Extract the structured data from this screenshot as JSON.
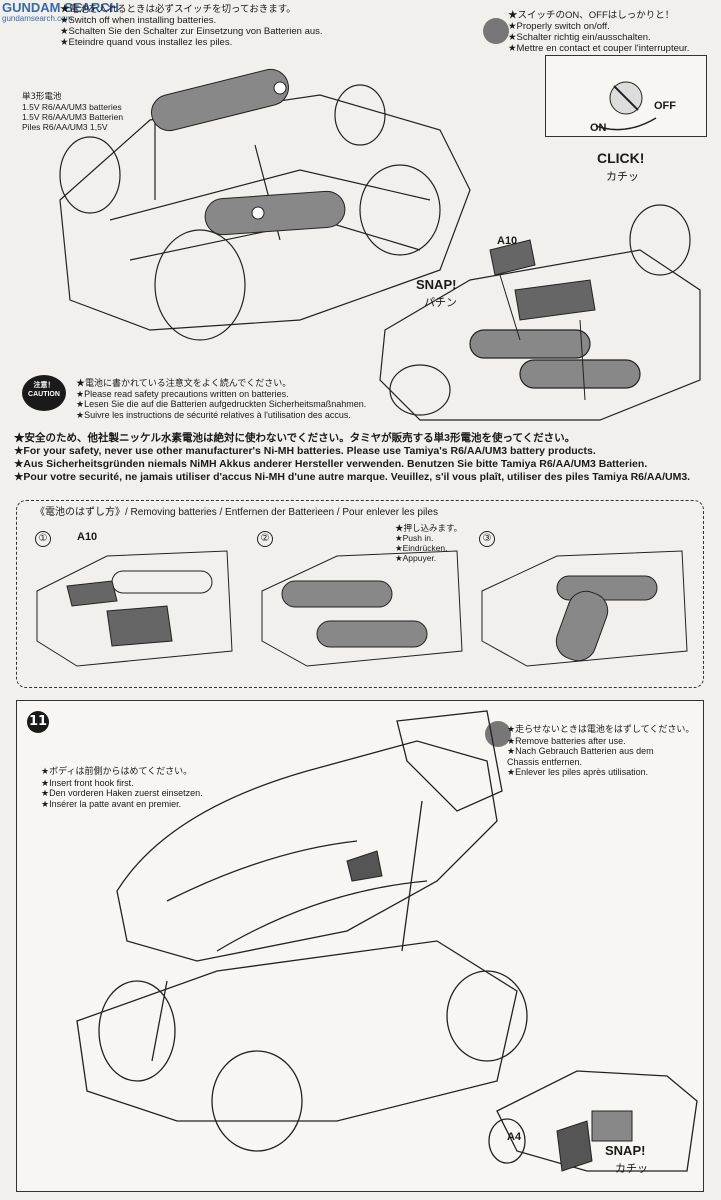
{
  "watermark": {
    "line1": "GUNDAM SEARCH",
    "line2": "gundamsearch.com"
  },
  "top_left_notes": [
    "★電池を入れるときは必ずスイッチを切っておきます。",
    "★Switch off when installing batteries.",
    "★Schalten Sie den Schalter zur Einsetzung von Batterien aus.",
    "★Eteindre quand vous installez les piles."
  ],
  "top_right_notes": [
    "★スイッチのON、OFFはしっかりと！",
    "★Properly switch on/off.",
    "★Schalter richtig ein/ausschalten.",
    "★Mettre en contact et couper l'interrupteur."
  ],
  "battery_label": [
    "単3形電池",
    "1.5V R6/AA/UM3 batteries",
    "1.5V R6/AA/UM3 Batterien",
    "Piles R6/AA/UM3 1,5V"
  ],
  "switch": {
    "off": "OFF",
    "on": "ON",
    "click": "CLICK!",
    "click_jp": "カチッ"
  },
  "snap": {
    "part": "A10",
    "label": "SNAP!",
    "label_jp": "パチン"
  },
  "caution": {
    "jp": "注意！",
    "en": "CAUTION",
    "lines": [
      "★電池に書かれている注意文をよく読んでください。",
      "★Please read safety precautions written on batteries.",
      "★Lesen Sie die auf die Batterien aufgedruckten Sicherheitsmaßnahmen.",
      "★Suivre les instructions de sécurité relatives à l'utilisation des accus."
    ]
  },
  "warning": [
    "★安全のため、他社製ニッケル水素電池は絶対に使わないでください。タミヤが販売する単3形電池を使ってください。",
    "★For your safety, never use other manufacturer's Ni-MH batteries. Please use Tamiya's R6/AA/UM3 battery products.",
    "★Aus Sicherheitsgründen niemals NiMH Akkus anderer Hersteller verwenden. Benutzen Sie bitte Tamiya R6/AA/UM3 Batterien.",
    "★Pour votre securité, ne jamais utiliser d'accus Ni-MH d'une autre marque. Veuillez, s'il vous plaît, utiliser des piles Tamiya R6/AA/UM3."
  ],
  "removing": {
    "title": "《電池のはずし方》/ Removing batteries / Entfernen der Batterieen / Pour enlever les piles",
    "steps": [
      "①",
      "②",
      "③"
    ],
    "part": "A10",
    "push": [
      "★押し込みます。",
      "★Push in.",
      "★Eindrücken.",
      "★Appuyer."
    ]
  },
  "step11": {
    "number": "11",
    "body_notes": [
      "★ボディは前側からはめてください。",
      "★Insert front hook first.",
      "★Den vorderen Haken zuerst einsetzen.",
      "★Insérer la patte avant en premier."
    ],
    "remove_notes": [
      "★走らせないときは電池をはずしてください。",
      "★Remove batteries after use.",
      "★Nach Gebrauch Batterien aus dem",
      "Chassis entfernen.",
      "★Enlever les piles après utilisation."
    ],
    "part": "A4",
    "snap": "SNAP!",
    "snap_jp": "カチッ"
  }
}
